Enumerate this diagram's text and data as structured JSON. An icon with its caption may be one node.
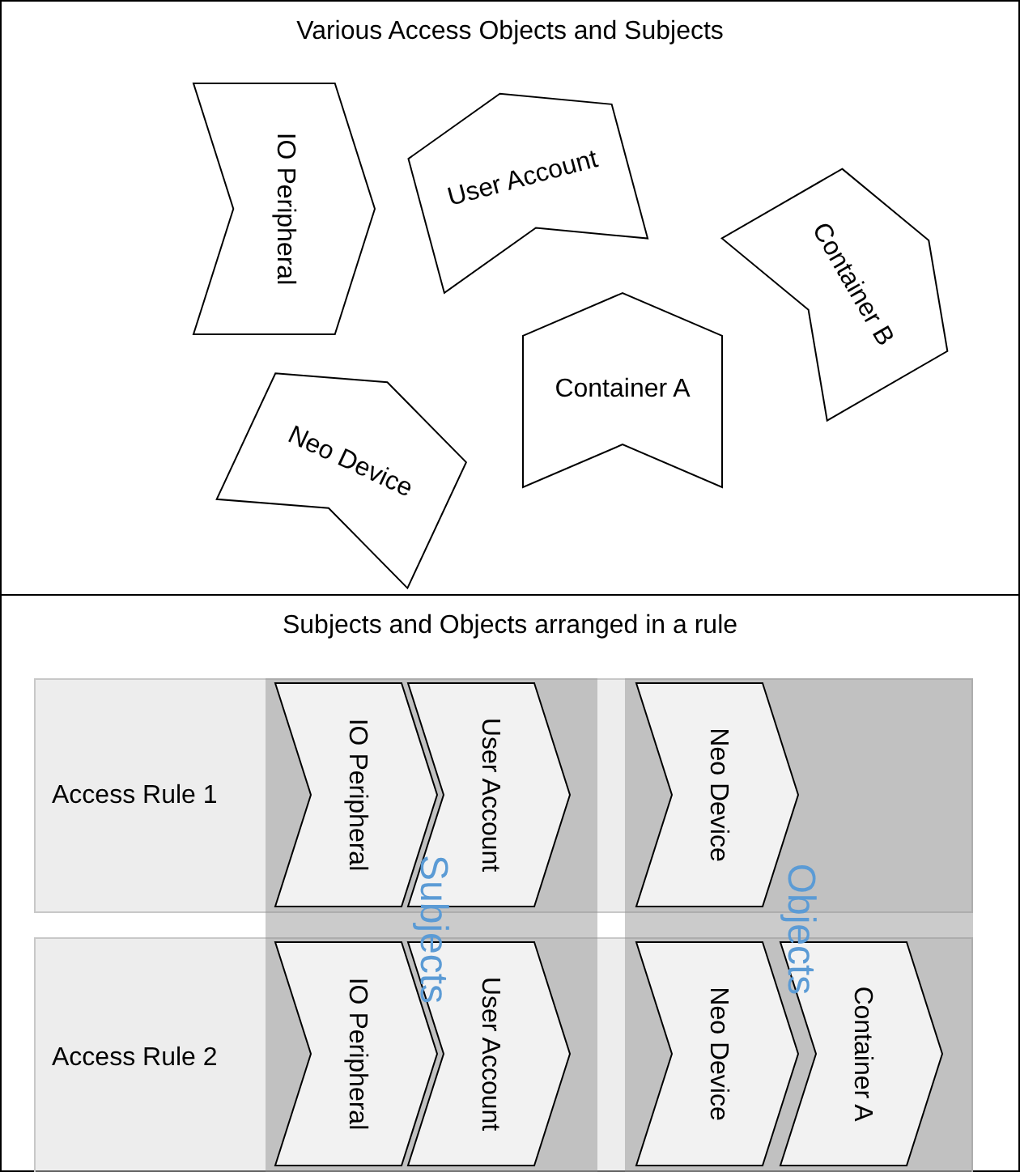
{
  "diagram": {
    "nodes": [
      {
        "text": [
          "Various Access Objects and Subjects"
        ]
      },
      {
        "text": [
          "IO Peripheral"
        ],
        "in": 0
      },
      {
        "text": [
          "User Account"
        ],
        "in": 0
      },
      {
        "text": [
          "Container B"
        ],
        "in": 0
      },
      {
        "text": [
          "Neo Device"
        ],
        "in": 0
      },
      {
        "text": [
          "Container A"
        ],
        "in": 0
      },
      {
        "text": [
          "Subjects and Objects arranged in a rule"
        ]
      },
      {
        "text": [
          "Access Rule 1"
        ],
        "in": 6
      },
      {
        "text": [
          "IO Peripheral"
        ]
      },
      {
        "text": [
          "User Account"
        ]
      },
      {
        "text": [
          "Neo Device"
        ]
      },
      {
        "text": [
          "Access Rule 2"
        ],
        "in": 6
      },
      {
        "text": [
          "IO Peripheral"
        ]
      },
      {
        "text": [
          "User Account"
        ]
      },
      {
        "text": [
          "Neo Device"
        ]
      },
      {
        "text": [
          "Container A"
        ]
      },
      {
        "text": [
          "Subjects"
        ],
        "in": 6
      },
      {
        "text": [
          "Objects"
        ],
        "in": 6
      }
    ]
  }
}
